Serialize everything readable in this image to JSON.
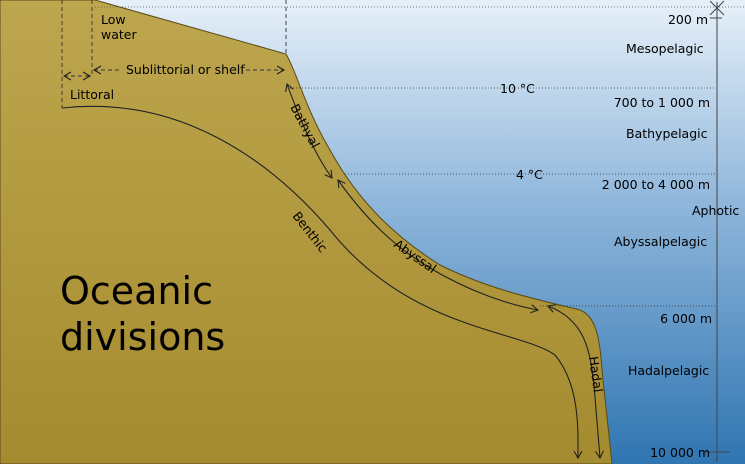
{
  "title_line1": "Oceanic",
  "title_line2": "divisions",
  "zones": {
    "low_water_1": "Low",
    "low_water_2": "water",
    "sublittorial": "Sublittorial or shelf",
    "littoral": "Littoral",
    "bathyal": "Bathyal",
    "benthic": "Benthic",
    "abyssal": "Abyssal",
    "hadal": "Hadal"
  },
  "temperatures": {
    "t10": "10 °C",
    "t4": "4 °C"
  },
  "depths": {
    "d200": "200 m",
    "d700": "700 to 1 000 m",
    "d2000": "2 000 to 4 000 m",
    "d6000": "6 000 m",
    "d10000": "10 000 m"
  },
  "pelagic": {
    "meso": "Mesopelagic",
    "bathy": "Bathypelagic",
    "aphotic": "Aphotic",
    "abyssal": "Abyssalpelagic",
    "hadal": "Hadalpelagic"
  },
  "colors": {
    "seabed": "#b39a3f",
    "water_top": "#e3eef8",
    "water_bottom": "#2f77b3",
    "line": "#222222"
  }
}
